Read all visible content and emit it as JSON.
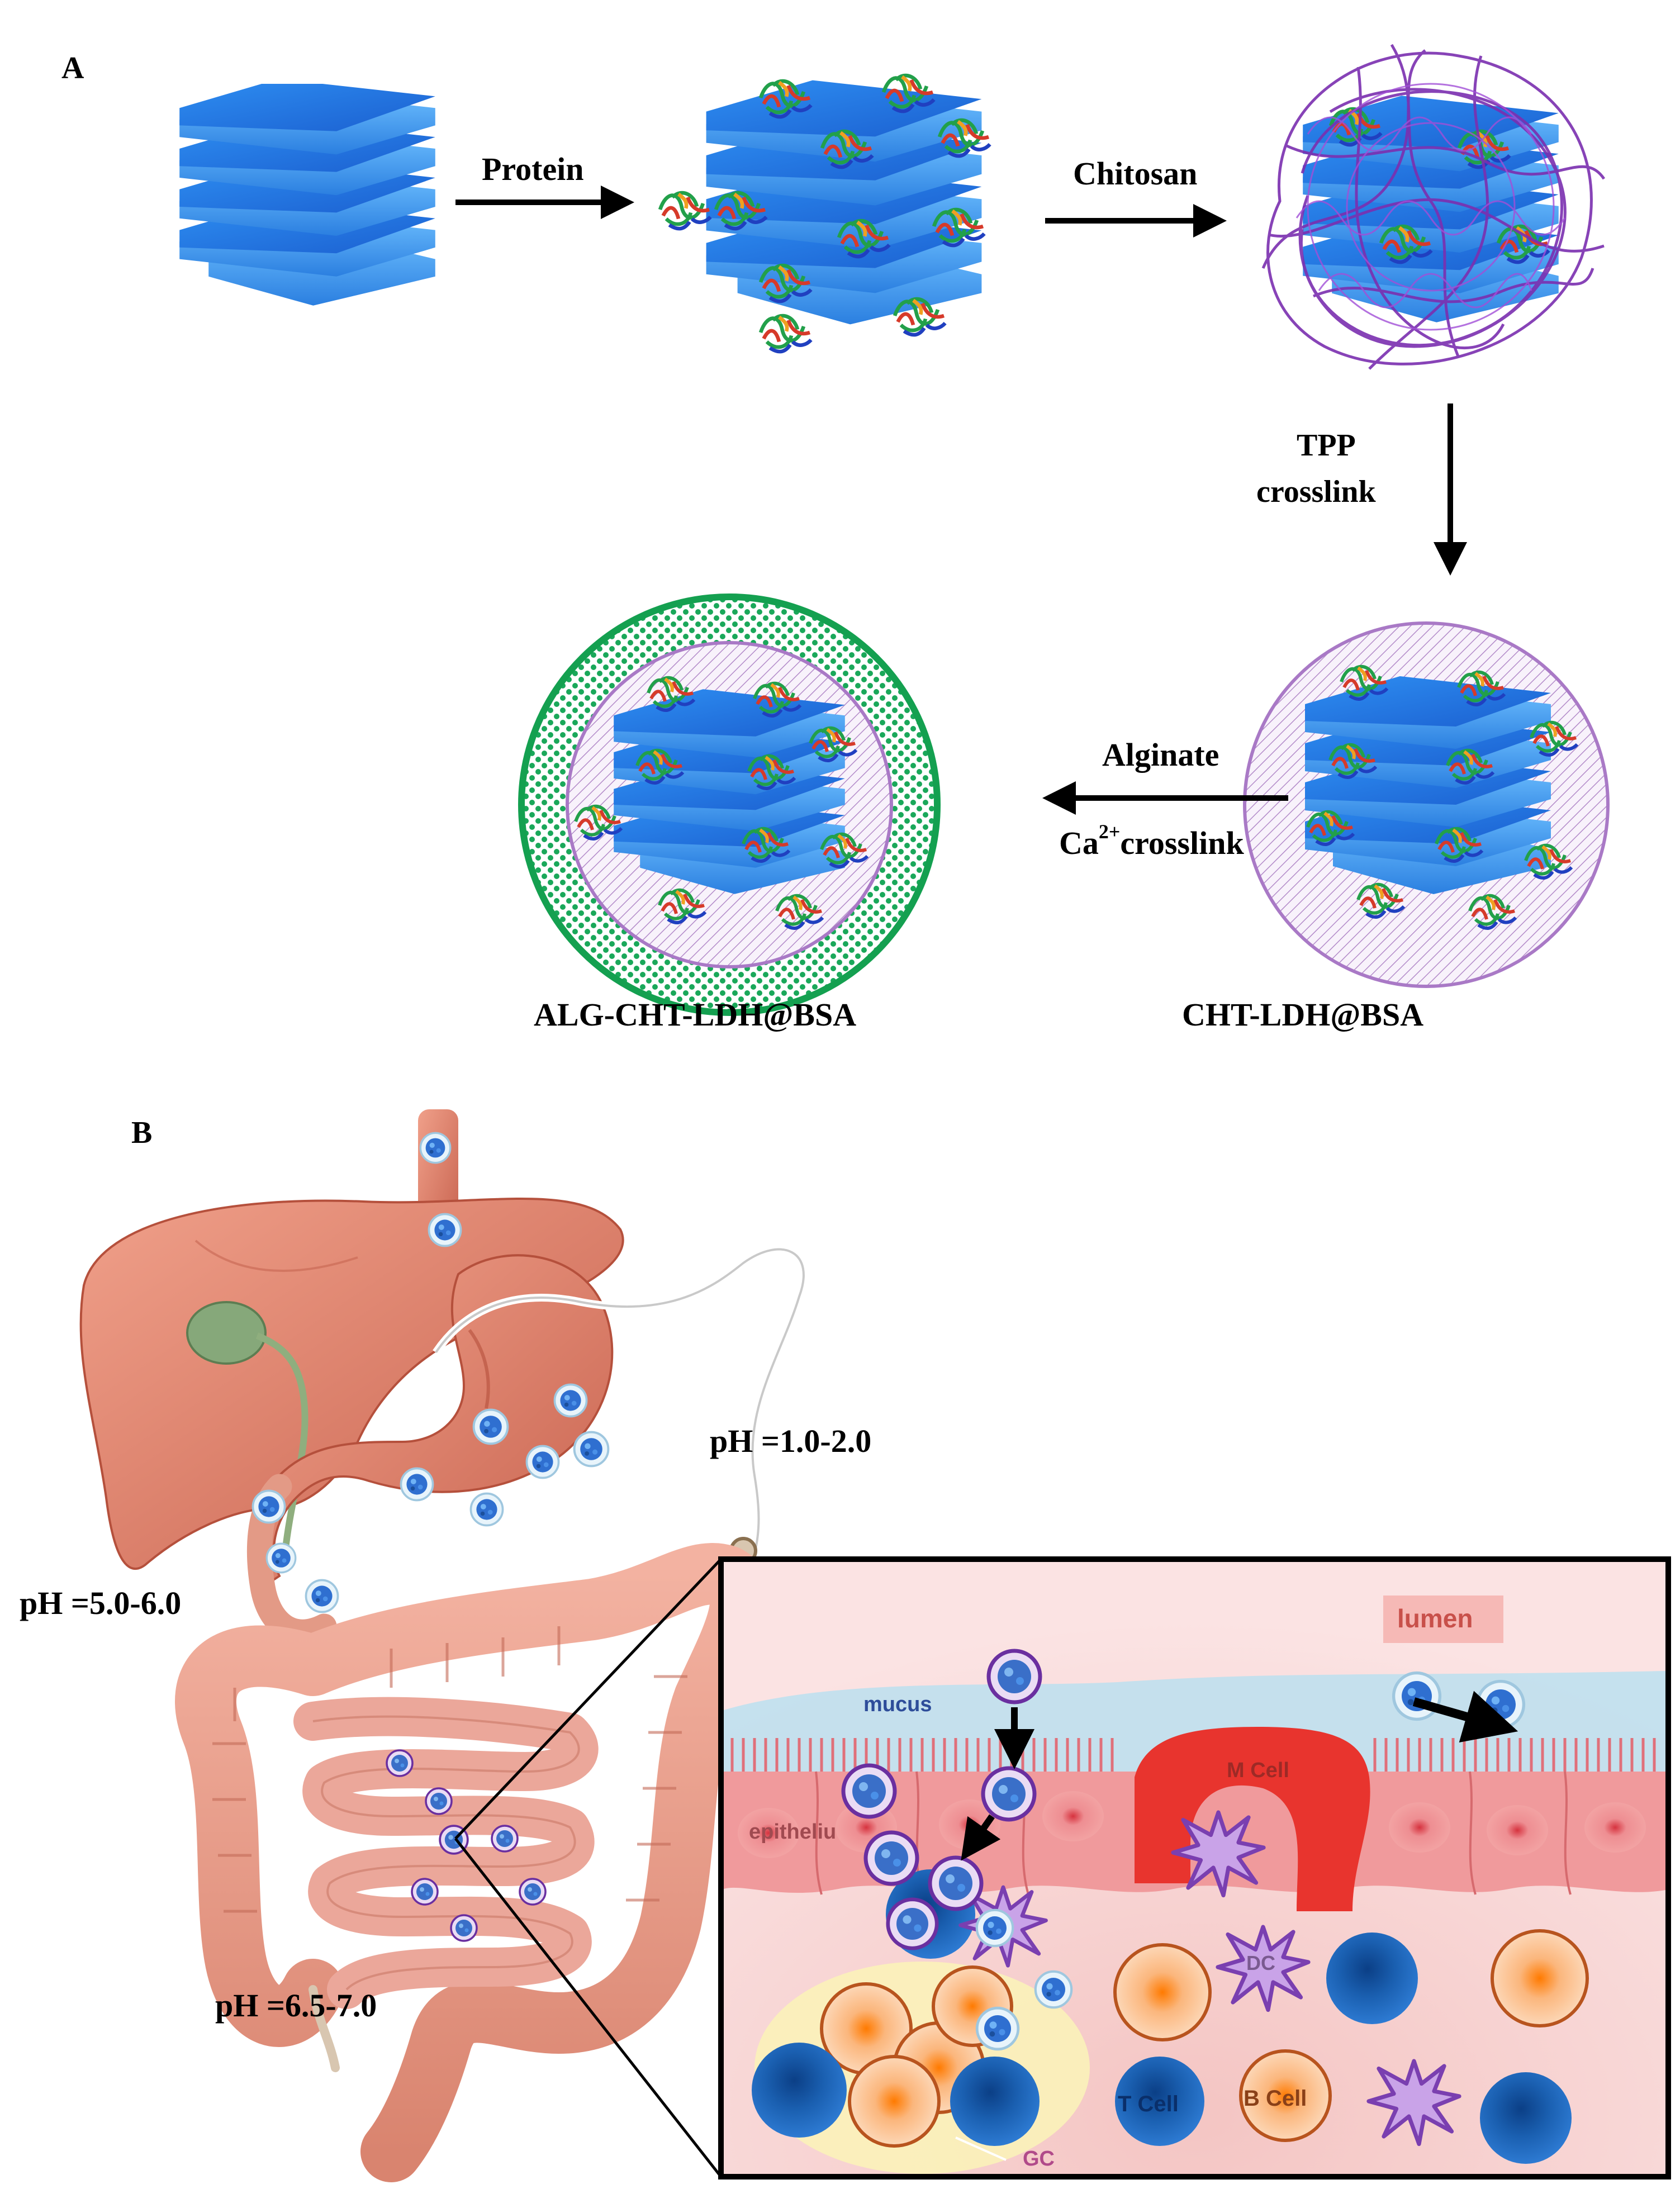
{
  "panel_a": {
    "label": "A",
    "steps": {
      "protein": "Protein",
      "chitosan": "Chitosan",
      "tpp_line1": "TPP",
      "tpp_line2": "crosslink",
      "alginate": "Alginate",
      "ca_prefix": "Ca",
      "ca_superscript": "2+",
      "ca_suffix": "crosslink"
    },
    "products": {
      "right": "CHT-LDH@BSA",
      "left": "ALG-CHT-LDH@BSA"
    }
  },
  "panel_b": {
    "label": "B",
    "ph_stomach": "pH =1.0-2.0",
    "ph_duodenum": "pH =5.0-6.0",
    "ph_intestine": "pH =6.5-7.0",
    "zoom": {
      "lumen": "lumen",
      "mucus": "mucus",
      "m_cell": "M Cell",
      "epithelium": "epitheliu",
      "dc": "DC",
      "t_cell": "T Cell",
      "b_cell": "B Cell",
      "gc": "GC"
    }
  },
  "colors": {
    "ldh_blue": "#2f7be0",
    "chitosan_purple": "#8a3fc4",
    "alginate_green": "#1aa85a",
    "intestine": "#e2957f",
    "zoom_bg": "#f7d4d2",
    "mucus": "#b9dceb",
    "m_cell": "#e8342e",
    "t_cell": "#1a5fb0",
    "b_cell": "#f4b07a",
    "dc": "#b58ad8"
  }
}
